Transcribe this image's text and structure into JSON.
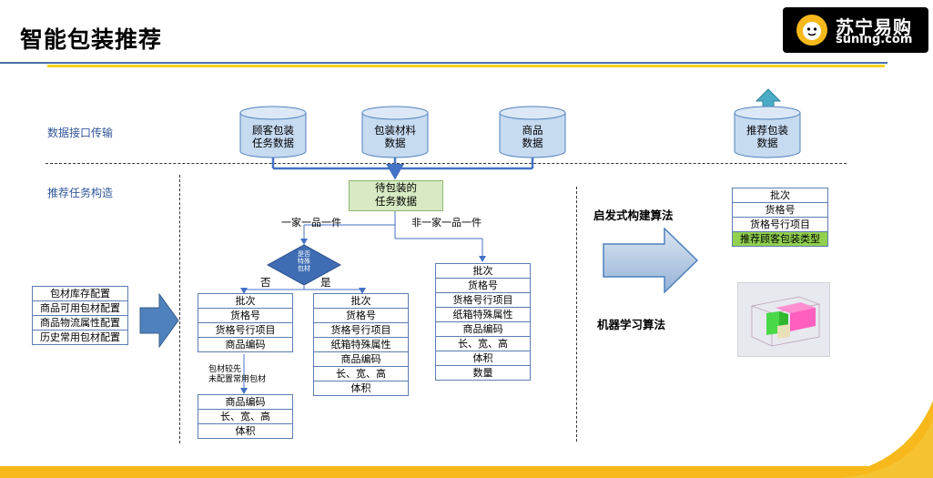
{
  "title": "智能包装推荐",
  "logo": {
    "brand_cn": "苏宁易购",
    "brand_en": "suning.com"
  },
  "rows": {
    "data_interface": "数据接口传输",
    "task_construct": "推荐任务构造"
  },
  "databases": {
    "customer_task": "顾客包装\n任务数据",
    "packaging_material": "包装材料\n数据",
    "product": "商品\n数据",
    "recommend_output": "推荐包装\n数据"
  },
  "task_box": "待包装的\n任务数据",
  "branches": {
    "single": "一家一品一件",
    "multi": "非一家一品一件"
  },
  "decision": {
    "text": "是否\n特殊\n包材",
    "no": "否",
    "yes": "是"
  },
  "config_list": [
    "包材库存配置",
    "商品可用包材配置",
    "商品物流属性配置",
    "历史常用包材配置"
  ],
  "table_no": [
    "批次",
    "货格号",
    "货格号行项目",
    "商品编码"
  ],
  "note_no": "包材较先\n未配置常用包材",
  "table_no_sub": [
    "商品编码",
    "长、宽、高",
    "体积"
  ],
  "table_yes": [
    "批次",
    "货格号",
    "货格号行项目",
    "纸箱特殊属性",
    "商品编码",
    "长、宽、高",
    "体积"
  ],
  "table_multi": [
    "批次",
    "货格号",
    "货格号行项目",
    "纸箱特殊属性",
    "商品编码",
    "长、宽、高",
    "体积",
    "数量"
  ],
  "algorithms": {
    "heuristic": "启发式构建算法",
    "ml": "机器学习算法"
  },
  "table_result": [
    "批次",
    "货格号",
    "货格号行项目",
    "推荐顾客包装类型"
  ],
  "colors": {
    "accent_blue": "#4a6fa5",
    "accent_yellow": "#f6d21a",
    "highlight_green": "#92d050"
  }
}
